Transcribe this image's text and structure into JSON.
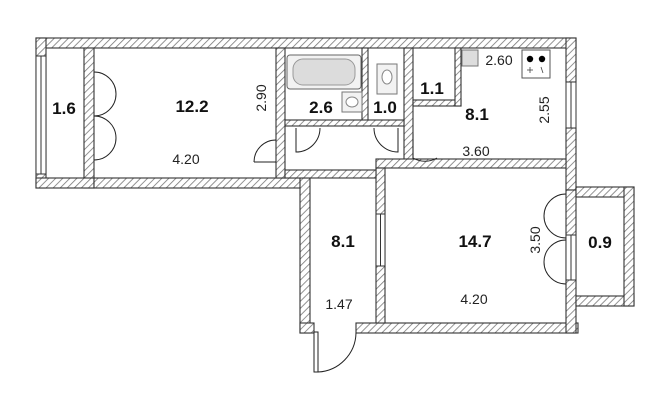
{
  "rooms": {
    "balcony_left": {
      "area": "1.6"
    },
    "room_left": {
      "area": "12.2",
      "width": "4.20",
      "depth": "2.90"
    },
    "bathroom": {
      "area": "2.6"
    },
    "toilet": {
      "area": "1.0"
    },
    "pantry": {
      "area": "1.1"
    },
    "kitchen": {
      "area": "8.1",
      "width": "3.60",
      "depth": "2.55"
    },
    "kitchen_top": {
      "dim": "2.60"
    },
    "hallway": {
      "area": "8.1",
      "width": "1.47"
    },
    "room_right": {
      "area": "14.7",
      "width": "4.20",
      "depth": "3.50"
    },
    "balcony_right": {
      "area": "0.9"
    }
  },
  "colors": {
    "wall_line": "#333333",
    "hatch": "#777777",
    "text": "#111111"
  }
}
